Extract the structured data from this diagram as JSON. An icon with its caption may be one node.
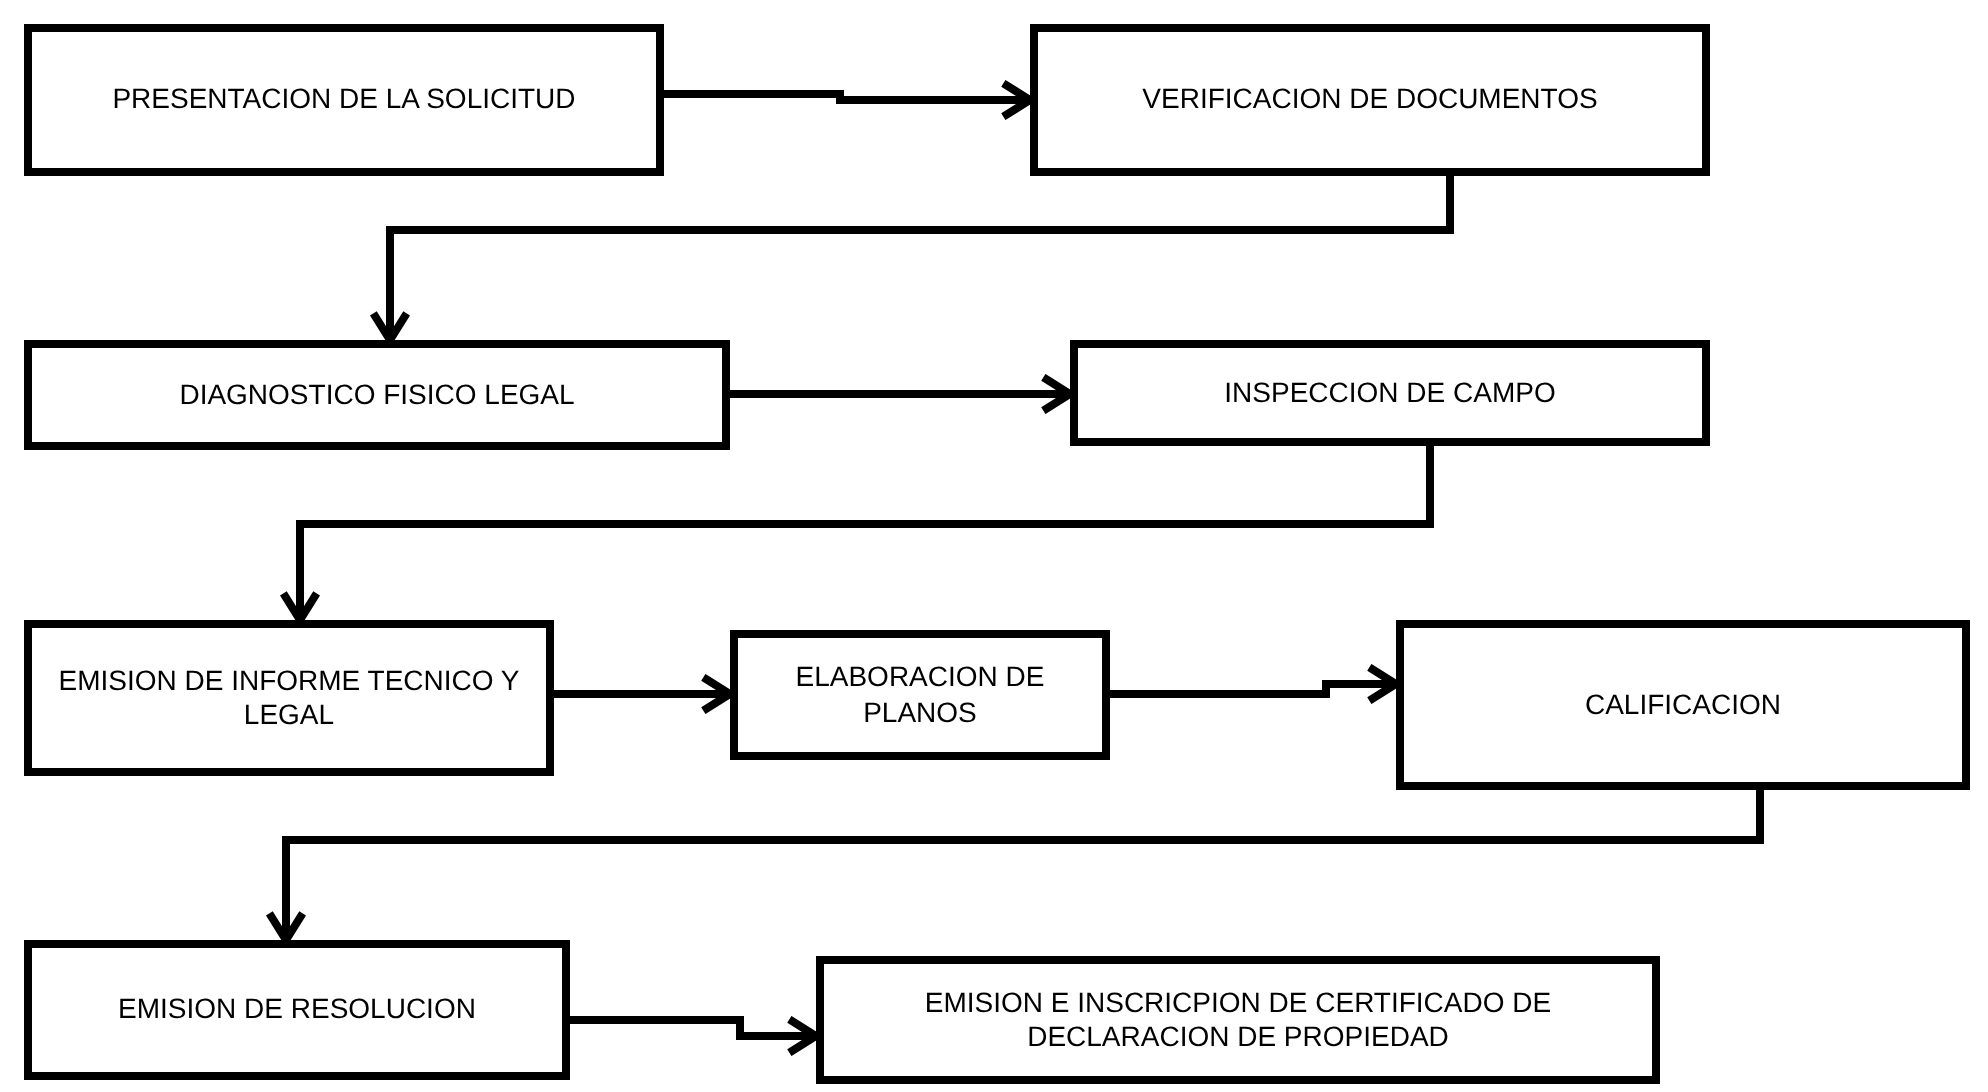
{
  "diagram": {
    "nodes": [
      {
        "text": [
          "PRESENTACION DE LA SOLICITUD"
        ]
      },
      {
        "text": [
          "VERIFICACION DE DOCUMENTOS"
        ]
      },
      {
        "text": [
          "DIAGNOSTICO FISICO LEGAL"
        ]
      },
      {
        "text": [
          "INSPECCION DE CAMPO"
        ]
      },
      {
        "text": [
          "EMISION DE INFORME TECNICO Y LEGAL"
        ]
      },
      {
        "text": [
          "ELABORACION DE PLANOS"
        ]
      },
      {
        "text": [
          "CALIFICACION"
        ]
      },
      {
        "text": [
          "EMISION DE RESOLUCION"
        ]
      },
      {
        "text": [
          "EMISION E INSCRICPION DE CERTIFICADO DE DECLARACION DE PROPIEDAD"
        ]
      }
    ],
    "edges": [
      {
        "from": 0,
        "to": 1,
        "arrow": "to"
      },
      {
        "from": 1,
        "to": 2,
        "arrow": "to"
      },
      {
        "from": 2,
        "to": 3,
        "arrow": "to"
      },
      {
        "from": 3,
        "to": 4,
        "arrow": "to"
      },
      {
        "from": 4,
        "to": 5,
        "arrow": "to"
      },
      {
        "from": 5,
        "to": 6,
        "arrow": "to"
      },
      {
        "from": 6,
        "to": 7,
        "arrow": "to"
      },
      {
        "from": 7,
        "to": 8,
        "arrow": "to"
      }
    ]
  }
}
